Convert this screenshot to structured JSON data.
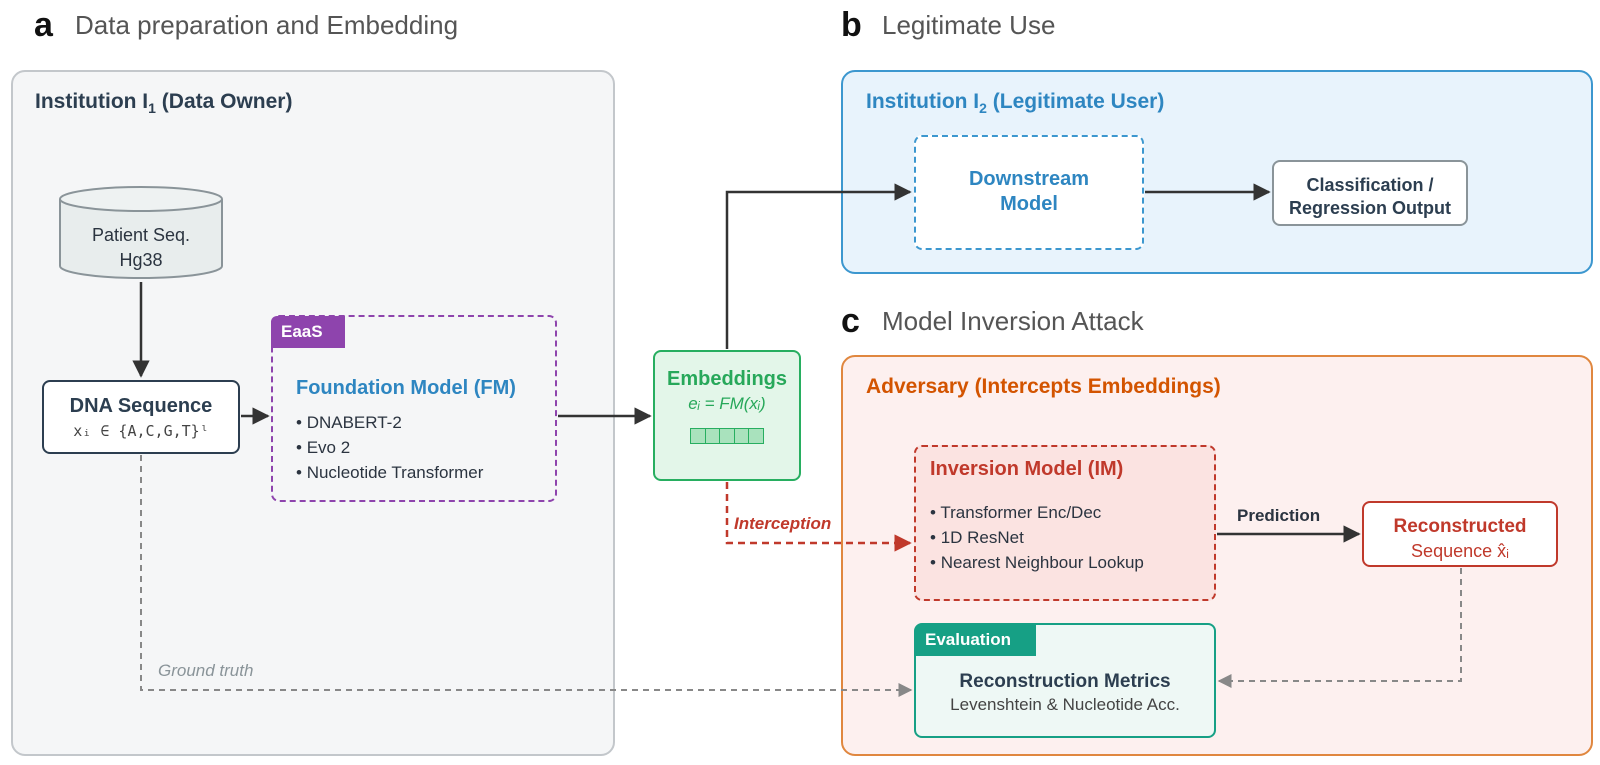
{
  "panels": {
    "a": {
      "letter": "a",
      "title": "Data preparation and Embedding"
    },
    "b": {
      "letter": "b",
      "title": "Legitimate Use"
    },
    "c": {
      "letter": "c",
      "title": "Model Inversion Attack"
    }
  },
  "institution1": {
    "title_prefix": "Institution I",
    "title_sub": "1",
    "title_suffix": " (Data Owner)"
  },
  "institution2": {
    "title_prefix": "Institution I",
    "title_sub": "2",
    "title_suffix": " (Legitimate User)"
  },
  "adversary": {
    "title": "Adversary (Intercepts Embeddings)"
  },
  "database": {
    "line1": "Patient Seq.",
    "line2": "Hg38"
  },
  "dna": {
    "title": "DNA Sequence",
    "formula": "xᵢ ∈ {A,C,G,T}ˡ"
  },
  "eaas": {
    "tag": "EaaS"
  },
  "foundation_model": {
    "title": "Foundation Model (FM)",
    "items": [
      "DNABERT-2",
      "Evo 2",
      "Nucleotide Transformer"
    ]
  },
  "embeddings": {
    "title": "Embeddings",
    "formula": "eᵢ = FM(xᵢ)",
    "cells": 5
  },
  "downstream": {
    "line1": "Downstream",
    "line2": "Model"
  },
  "output": {
    "line1": "Classification /",
    "line2": "Regression Output"
  },
  "inversion_model": {
    "title": "Inversion Model (IM)",
    "items": [
      "Transformer Enc/Dec",
      "1D ResNet",
      "Nearest Neighbour Lookup"
    ]
  },
  "reconstructed": {
    "line1": "Reconstructed",
    "line2": "Sequence x̂ᵢ"
  },
  "evaluation": {
    "tag": "Evaluation",
    "title": "Reconstruction Metrics",
    "subtitle": "Levenshtein & Nucleotide Acc."
  },
  "labels": {
    "interception": "Interception",
    "prediction": "Prediction",
    "ground_truth": "Ground truth"
  },
  "colors": {
    "purple": "#8e44ad",
    "blue": "#2874a6",
    "green": "#27a85a",
    "red": "#c0392b",
    "orange": "#d35400",
    "teal": "#16a085",
    "dark": "#2c3e50"
  }
}
